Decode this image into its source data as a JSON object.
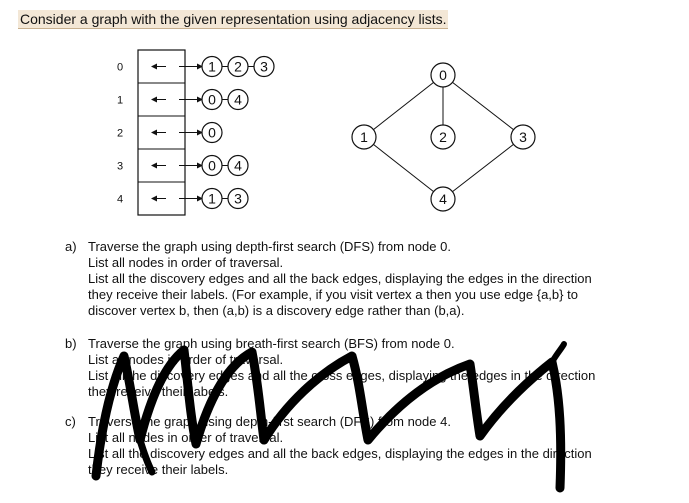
{
  "header": {
    "title": "Consider a graph with the given representation using adjacency lists."
  },
  "adjacency": {
    "indices": [
      "0",
      "1",
      "2",
      "3",
      "4"
    ],
    "lists": [
      [
        "1",
        "2",
        "3"
      ],
      [
        "0",
        "4"
      ],
      [
        "0"
      ],
      [
        "0",
        "4"
      ],
      [
        "1",
        "3"
      ]
    ]
  },
  "graph": {
    "nodes": [
      "0",
      "1",
      "2",
      "3",
      "4"
    ]
  },
  "questions": {
    "a": {
      "label": "a)",
      "lines": [
        "Traverse the graph using depth-first search (DFS) from node 0.",
        "List all nodes in order of traversal.",
        "List all the discovery edges and all the back edges, displaying the edges in the direction",
        "they receive their labels. (For example, if you visit vertex a then you use edge {a,b} to",
        "discover vertex b, then (a,b) is a discovery edge rather than (b,a)."
      ]
    },
    "b": {
      "label": "b)",
      "lines": [
        "Traverse the graph using breath-first search (BFS) from node 0.",
        "List all nodes in order of traversal.",
        "List all the discovery edges and all the cross edges, displaying the edges in the direction",
        "they receive their labels."
      ]
    },
    "c": {
      "label": "c)",
      "lines": [
        "Traverse the graph using depth-first search (DFS) from node 4.",
        "List all nodes in order of traversal.",
        "List all the discovery edges and all the back edges, displaying the edges in the direction",
        "they receive their labels."
      ]
    }
  }
}
